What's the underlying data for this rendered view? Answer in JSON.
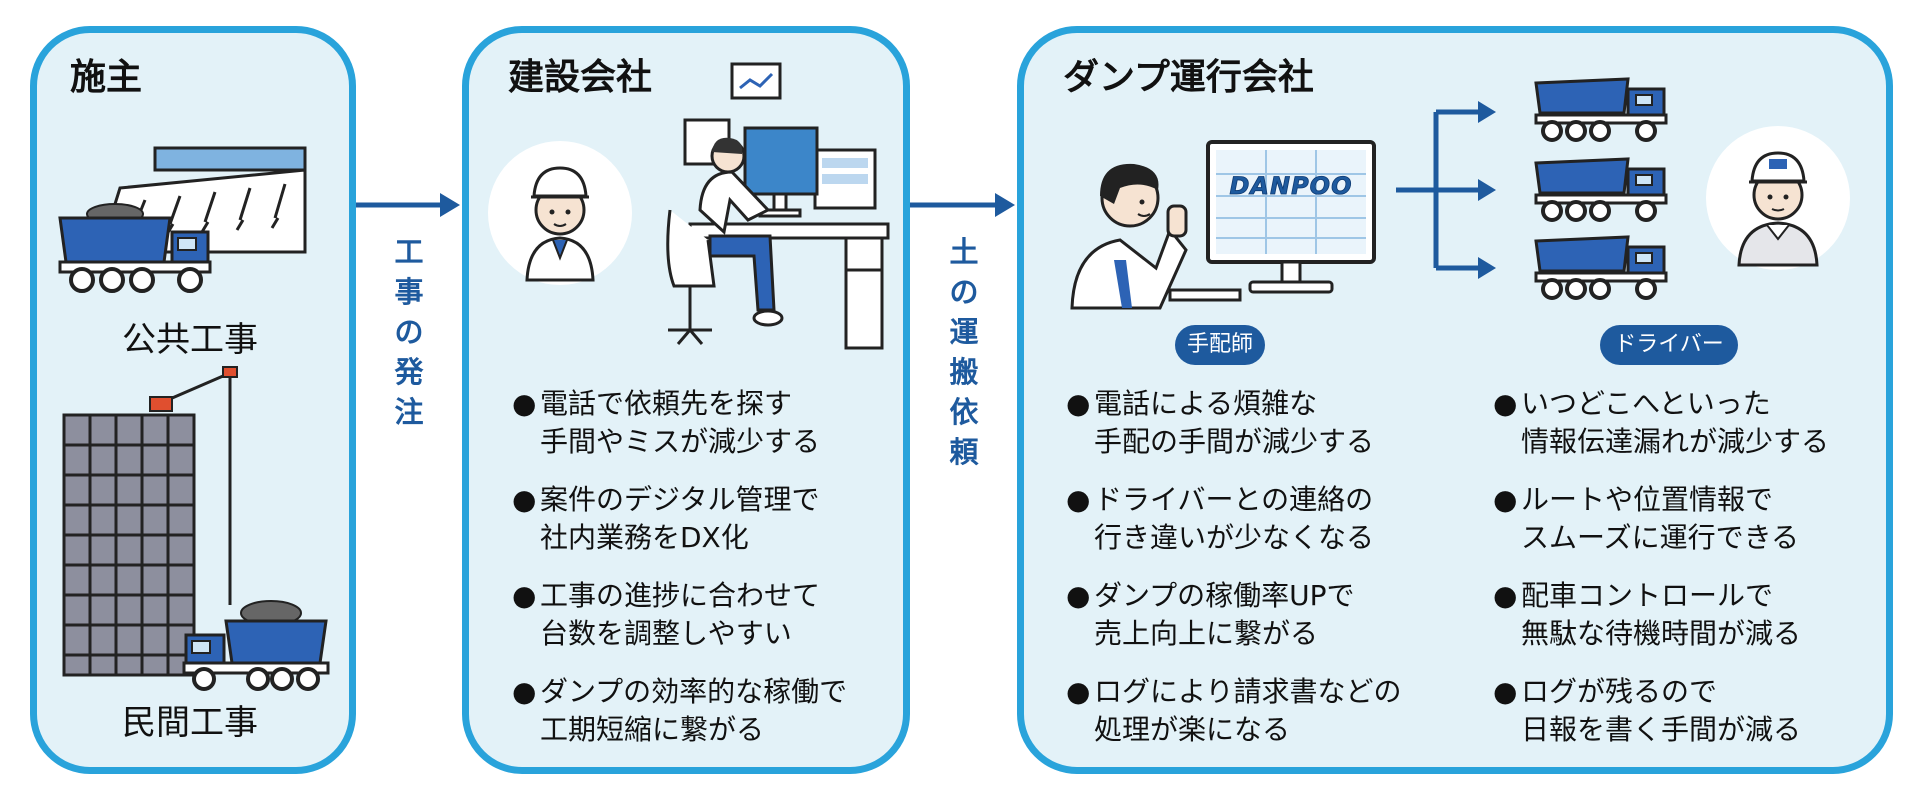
{
  "owner": {
    "title": "施主",
    "public_label": "公共工事",
    "private_label": "民間工事"
  },
  "arrow1": {
    "chars": [
      "工",
      "事",
      "の",
      "発",
      "注"
    ]
  },
  "general_contractor": {
    "title": "建設会社",
    "bullets": [
      {
        "l1": "電話で依頼先を探す",
        "l2": "手間やミスが減少する"
      },
      {
        "l1": "案件のデジタル管理で",
        "l2": "社内業務をDX化"
      },
      {
        "l1": "工事の進捗に合わせて",
        "l2": "台数を調整しやすい"
      },
      {
        "l1": "ダンプの効率的な稼働で",
        "l2": "工期短縮に繋がる"
      }
    ]
  },
  "arrow2": {
    "chars": [
      "土",
      "の",
      "運",
      "搬",
      "依",
      "頼"
    ]
  },
  "dump_company": {
    "title": "ダンプ運行会社",
    "monitor_logo": "DANPOO",
    "dispatcher_label": "手配師",
    "driver_label": "ドライバー",
    "dispatcher_bullets": [
      {
        "l1": "電話による煩雑な",
        "l2": "手配の手間が減少する"
      },
      {
        "l1": "ドライバーとの連絡の",
        "l2": "行き違いが少なくなる"
      },
      {
        "l1": "ダンプの稼働率UPで",
        "l2": "売上向上に繋がる"
      },
      {
        "l1": "ログにより請求書などの",
        "l2": "処理が楽になる"
      }
    ],
    "driver_bullets": [
      {
        "l1": "いつどこへといった",
        "l2": "情報伝達漏れが減少する"
      },
      {
        "l1": "ルートや位置情報で",
        "l2": "スムーズに運行できる"
      },
      {
        "l1": "配車コントロールで",
        "l2": "無駄な待機時間が減る"
      },
      {
        "l1": "ログが残るので",
        "l2": "日報を書く手間が減る"
      }
    ]
  },
  "bullet_symbol": "●",
  "colors": {
    "border": "#29a3db",
    "panel_bg": "#e3f2f8",
    "arrow": "#1e5a9e",
    "truck": "#2d63b5"
  }
}
